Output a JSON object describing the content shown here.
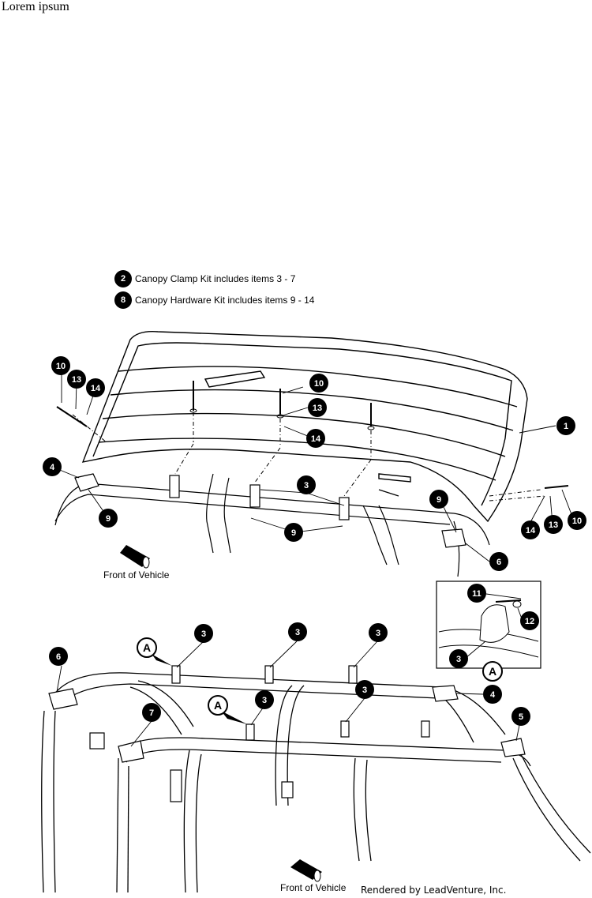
{
  "caption": "Lorem ipsum",
  "legend": [
    {
      "num": "2",
      "text": "Canopy Clamp Kit includes items 3 - 7"
    },
    {
      "num": "8",
      "text": "Canopy Hardware Kit includes items 9 - 14"
    }
  ],
  "callouts": {
    "c1": "1",
    "c3a": "3",
    "c3b": "3",
    "c3c": "3",
    "c3d": "3",
    "c3e": "3",
    "c3f": "3",
    "c3g": "3",
    "c4a": "4",
    "c4b": "4",
    "c5": "5",
    "c6a": "6",
    "c6b": "6",
    "c7": "7",
    "c9a": "9",
    "c9b": "9",
    "c9c": "9",
    "c10a": "10",
    "c10b": "10",
    "c10c": "10",
    "c11": "11",
    "c12": "12",
    "c13a": "13",
    "c13b": "13",
    "c13c": "13",
    "c14a": "14",
    "c14b": "14",
    "c14c": "14"
  },
  "detail_letters": {
    "a1": "A",
    "a2": "A",
    "a3": "A"
  },
  "labels": {
    "front_top": "Front of Vehicle",
    "front_bottom": "Front of Vehicle",
    "footer": "Rendered by LeadVenture, Inc."
  }
}
